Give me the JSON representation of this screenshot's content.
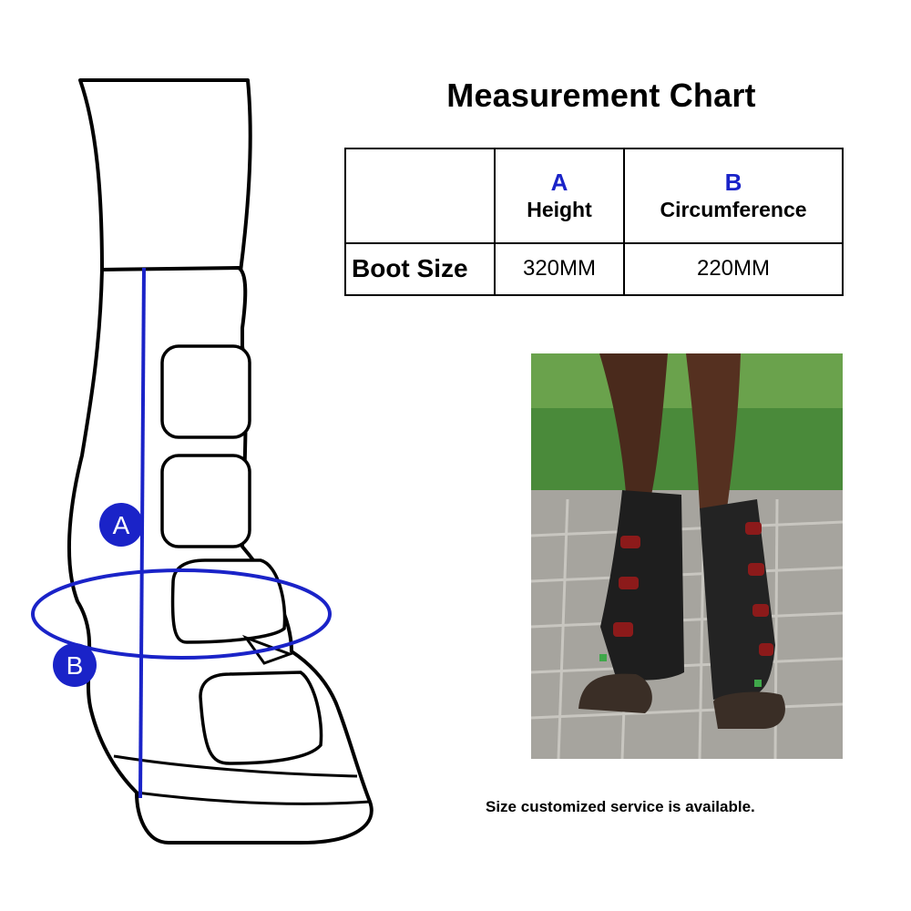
{
  "title": "Measurement Chart",
  "table": {
    "columns": [
      {
        "letter": "A",
        "name": "Height"
      },
      {
        "letter": "B",
        "name": "Circumference"
      }
    ],
    "row": {
      "label": "Boot Size",
      "values": [
        "320MM",
        "220MM"
      ]
    }
  },
  "diagram": {
    "marker_a": "A",
    "marker_b": "B"
  },
  "note": "Size customized service is available.",
  "colors": {
    "accent_blue": "#1a23c8"
  }
}
